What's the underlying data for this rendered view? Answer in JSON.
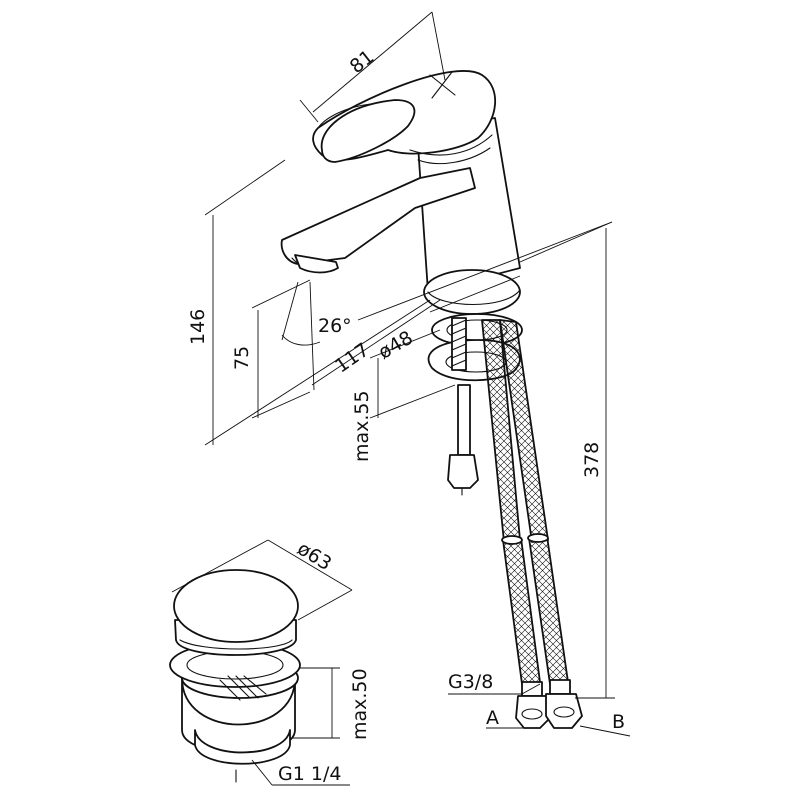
{
  "labels": {
    "handle_width": "81",
    "total_height": "146",
    "spout_height": "75",
    "spout_angle": "26°",
    "spout_reach": "117",
    "base_diameter": "ø48",
    "max_deck": "max.55",
    "hose_length": "378",
    "waste_diameter": "ø63",
    "waste_height": "max.50",
    "waste_thread": "G1 1/4",
    "hose_thread": "G3/8",
    "connector_a": "A",
    "connector_b": "B"
  },
  "colors": {
    "line": "#111111",
    "background": "#ffffff"
  }
}
